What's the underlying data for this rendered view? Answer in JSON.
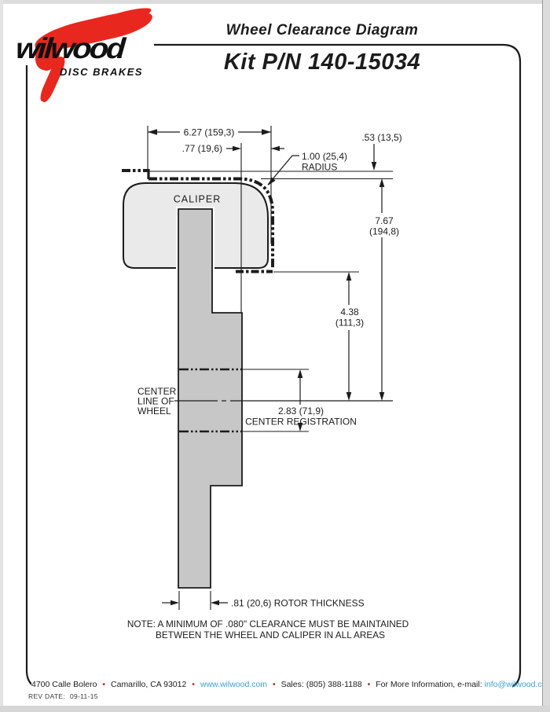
{
  "header": {
    "brand": "wilwood",
    "tagline": "DISC BRAKES",
    "title": "Wheel Clearance Diagram",
    "kit": "Kit P/N 140-15034"
  },
  "diagram": {
    "caliper_label": "CALIPER",
    "dim_width": "6.27 (159,3)",
    "dim_offset": ".77 (19,6)",
    "dim_lip": ".53 (13,5)",
    "dim_radius": "1.00 (25,4)",
    "dim_radius_label": "RADIUS",
    "dim_total_height": "7.67",
    "dim_total_height_mm": "(194,8)",
    "dim_caliper_height": "4.38",
    "dim_caliper_height_mm": "(111,3)",
    "dim_center_reg": "2.83 (71,9)",
    "dim_center_reg_label": "CENTER REGISTRATION",
    "dim_rotor": ".81 (20,6) ROTOR THICKNESS",
    "centerline_1": "CENTER",
    "centerline_2": "LINE OF",
    "centerline_3": "WHEEL",
    "note_1": "NOTE: A MINIMUM OF .080\" CLEARANCE MUST BE MAINTAINED",
    "note_2": "BETWEEN THE WHEEL AND CALIPER IN ALL AREAS"
  },
  "footer": {
    "address": "4700 Calle Bolero",
    "sep": "•",
    "city": "Camarillo, CA 93012",
    "website": "www.wilwood.com",
    "sales": "Sales: (805) 388-1188",
    "info_prefix": "For More Information, e-mail:",
    "email": "info@wilwood.com",
    "rev_label": "REV DATE:",
    "rev_date": "09-11-15"
  },
  "colors": {
    "line": "#1c1c1c",
    "caliper_fill": "#eaeaea",
    "rotor_fill": "#c7c7c7",
    "link": "#3aa0d6",
    "bullet": "#b23a2e",
    "logo_red": "#e8281e"
  }
}
